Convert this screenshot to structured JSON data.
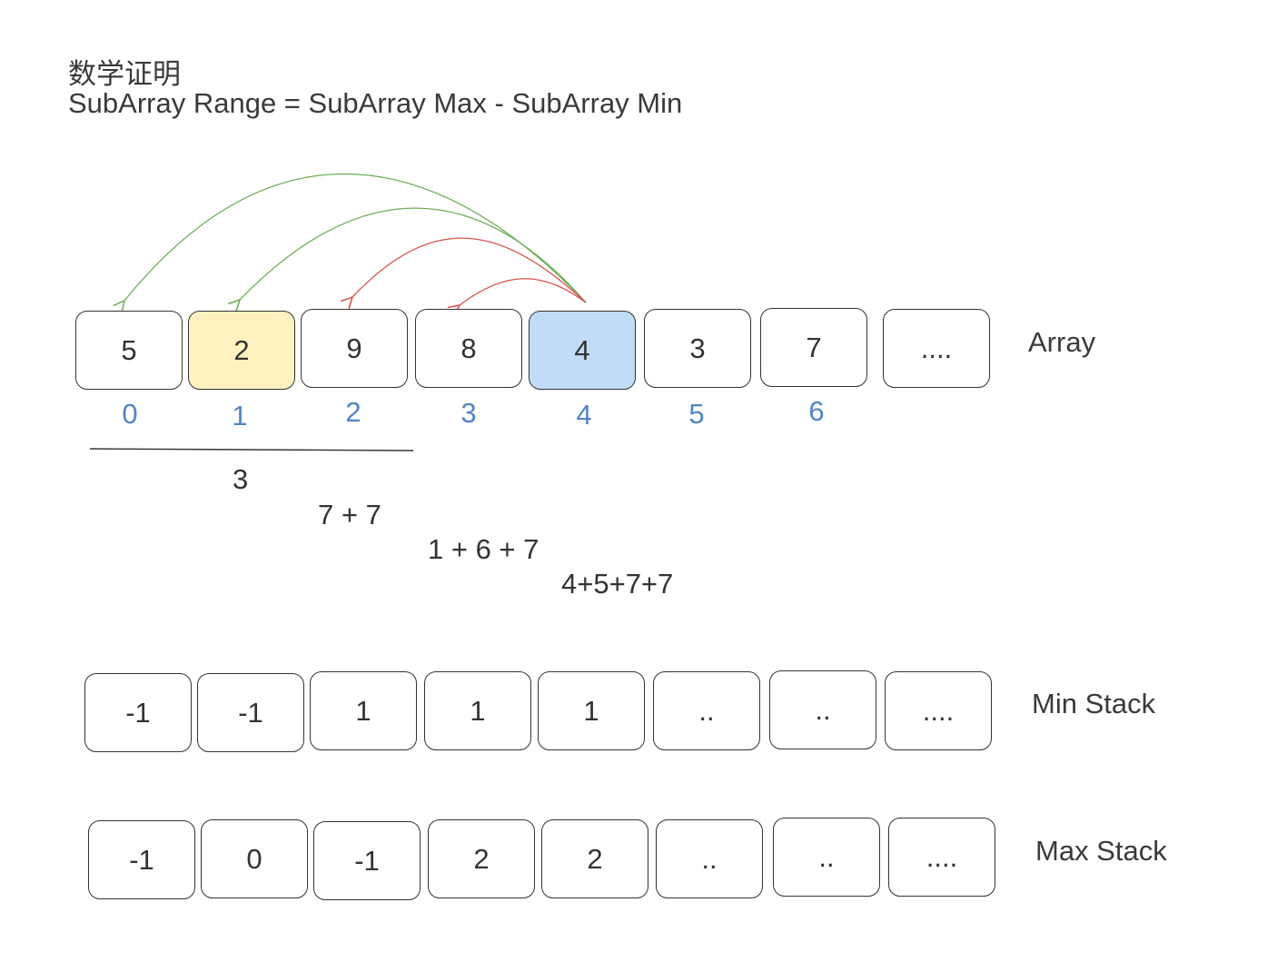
{
  "title": {
    "line1": "数学证明",
    "line2": "SubArray Range = SubArray Max - SubArray Min"
  },
  "array": {
    "label": "Array",
    "cells": [
      "5",
      "2",
      "9",
      "8",
      "4",
      "3",
      "7",
      "...."
    ],
    "indices": [
      "0",
      "1",
      "2",
      "3",
      "4",
      "5",
      "6"
    ],
    "highlight_colors": {
      "index_1": "#fff2c0",
      "index_4": "#c2dcf7"
    }
  },
  "calculations": [
    "3",
    "7 + 7",
    "1 + 6 + 7",
    "4+5+7+7"
  ],
  "min_stack": {
    "label": "Min Stack",
    "cells": [
      "-1",
      "-1",
      "1",
      "1",
      "1",
      "..",
      "..",
      "...."
    ]
  },
  "max_stack": {
    "label": "Max Stack",
    "cells": [
      "-1",
      "0",
      "-1",
      "2",
      "2",
      "..",
      "..",
      "...."
    ]
  },
  "colors": {
    "green_arrow": "#6fb05a",
    "red_arrow": "#d9534f",
    "index_text": "#4f86c6"
  }
}
